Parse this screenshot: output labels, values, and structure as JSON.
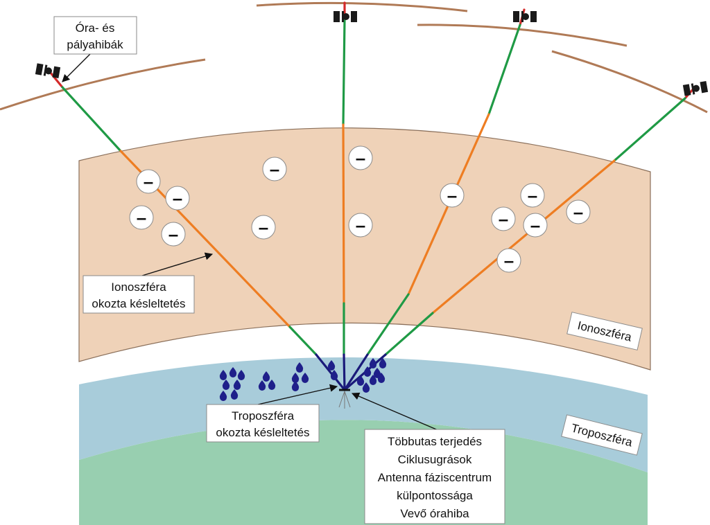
{
  "colors": {
    "ionosphere_fill": "#efd2b8",
    "ionosphere_stroke": "#8a6f5a",
    "troposphere_fill": "#a8ccda",
    "ground_fill": "#98cfb0",
    "orbit": "#b07a56",
    "signal_free_space": "#1f9a45",
    "signal_ionosphere": "#ee7d22",
    "signal_troposphere": "#1a1a7a",
    "satellite_error": "#d42a2a",
    "satellite_body": "#1a1a1a",
    "raindrop": "#1f1f8a"
  },
  "icons": {
    "satellite": "satellite-icon",
    "electron": "minus-sign",
    "raindrop": "raindrop-icon",
    "receiver": "receiver-antenna-icon"
  },
  "labels": {
    "orbit_errors": [
      "Óra- és",
      "pályahibák"
    ],
    "ionosphere_delay": [
      "Ionoszféra",
      "okozta késleltetés"
    ],
    "ionosphere": "Ionoszféra",
    "troposphere_delay": [
      "Troposzféra",
      "okozta késleltetés"
    ],
    "troposphere": "Troposzféra",
    "receiver_errors": [
      "Többutas terjedés",
      "Ciklusugrások",
      "Antenna fáziscentrum",
      "külpontossága",
      "Vevő órahiba"
    ]
  },
  "electron_symbol": "–"
}
